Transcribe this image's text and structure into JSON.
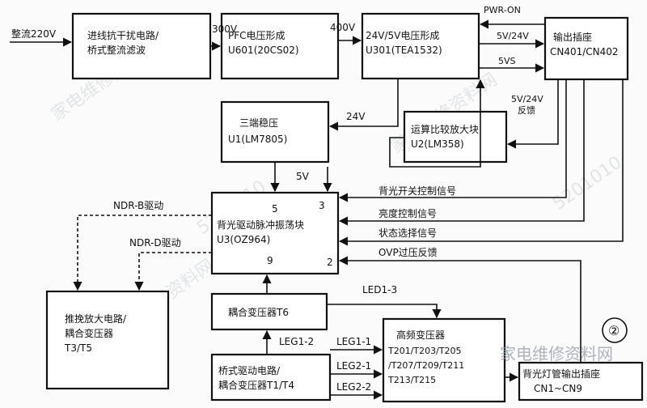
{
  "inputs": {
    "mains": "整流220V"
  },
  "blocks": {
    "emi": {
      "line1": "进线抗干扰电路/",
      "line2": "桥式整流滤波"
    },
    "pfc": {
      "line1": "PFC电压形成",
      "line2": "U601(20CS02)"
    },
    "psu": {
      "line1": "24V/5V电压形成",
      "line2": "U301(TEA1532)"
    },
    "out": {
      "line1": "输出插座",
      "line2": "CN401/CN402"
    },
    "reg": {
      "line1": "三端稳压",
      "line2": "U1(LM7805)"
    },
    "opamp": {
      "line1": "运算比较放大块",
      "line2": "U2(LM358)"
    },
    "osc": {
      "line1": "背光驱动脉冲振荡块",
      "line2": "U3(OZ964)",
      "pin5": "5",
      "pin3": "3",
      "pin9": "9",
      "pin2": "2"
    },
    "push": {
      "line1": "推挽放大电路/",
      "line2": "耦合变压器",
      "line3": "T3/T5"
    },
    "t6": {
      "line1": "耦合变压器T6"
    },
    "bridge": {
      "line1": "桥式驱动电路/",
      "line2": "耦合变压器T1/T4"
    },
    "hv": {
      "line1": "高频变压器",
      "line2": "T201/T203/T205",
      "line3": "/T207/T209/T211",
      "line4": "T213/T215"
    },
    "lamp": {
      "line1": "背光灯管输出插座",
      "line2": "CN1~CN9"
    }
  },
  "signals": {
    "v300": "300V",
    "v400": "400V",
    "pwr_on": "PWR-ON",
    "v5_24": "5V/24V",
    "v5vs": "5VS",
    "fb_line1": "5V/24V",
    "fb_line2": "反馈",
    "v24": "24V",
    "v5": "5V",
    "ndr_b": "NDR-B驱动",
    "ndr_d": "NDR-D驱动",
    "bl_onoff": "背光开关控制信号",
    "brightness": "亮度控制信号",
    "state": "状态选择信号",
    "ovp": "OVP过压反馈",
    "led1_3": "LED1-3",
    "leg1_2": "LEG1-2",
    "leg1_1": "LEG1-1",
    "leg2_1": "LEG2-1",
    "leg2_2": "LEG2-2"
  },
  "figure_tag": "②",
  "watermarks": {
    "wm1": "家电维修资料网",
    "wm2": "家电维修资料网",
    "wm3": "家电维修资料网",
    "wm4": "5201010",
    "wm5": "5201010",
    "brand": "家电维修资料网"
  }
}
